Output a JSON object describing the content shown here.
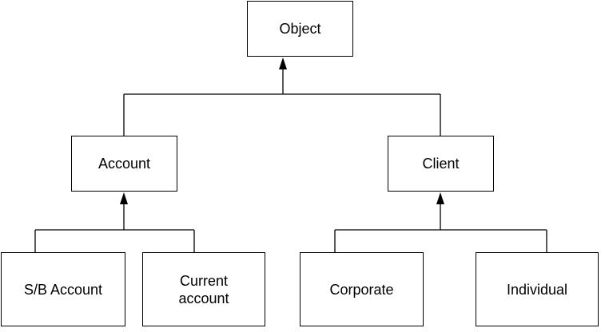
{
  "diagram": {
    "root": {
      "label": "Object"
    },
    "groups": [
      {
        "label": "Account",
        "children": [
          {
            "label": "S/B Account"
          },
          {
            "label": "Current\naccount"
          }
        ]
      },
      {
        "label": "Client",
        "children": [
          {
            "label": "Corporate"
          },
          {
            "label": "Individual"
          }
        ]
      }
    ],
    "colors": {
      "line": "#000000",
      "box_border": "#000000",
      "background": "#ffffff"
    }
  }
}
